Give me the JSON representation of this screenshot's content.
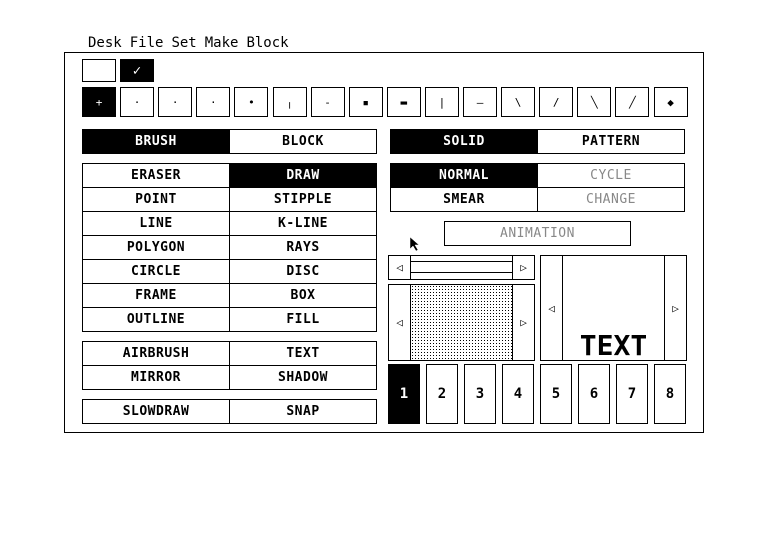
{
  "menubar": {
    "items": [
      "Desk",
      "File",
      "Set",
      "Make",
      "Block"
    ]
  },
  "swatches": [
    {
      "name": "white",
      "checked": false
    },
    {
      "name": "black",
      "checked": true,
      "mark": "✓"
    }
  ],
  "brushes": [
    "+",
    "·",
    "·",
    "·",
    "•",
    "╷",
    "-",
    "▪",
    "▬",
    "|",
    "—",
    "\\",
    "/",
    "╲",
    "╱",
    "◆"
  ],
  "mode_tabs": {
    "brush": "BRUSH",
    "block": "BLOCK",
    "solid": "SOLID",
    "pattern": "PATTERN"
  },
  "tools": {
    "rows": [
      [
        "ERASER",
        "DRAW"
      ],
      [
        "POINT",
        "STIPPLE"
      ],
      [
        "LINE",
        "K-LINE"
      ],
      [
        "POLYGON",
        "RAYS"
      ],
      [
        "CIRCLE",
        "DISC"
      ],
      [
        "FRAME",
        "BOX"
      ],
      [
        "OUTLINE",
        "FILL"
      ]
    ],
    "rows2": [
      [
        "AIRBRUSH",
        "TEXT"
      ],
      [
        "MIRROR",
        "SHADOW"
      ]
    ],
    "rows3": [
      [
        "SLOWDRAW",
        "SNAP"
      ]
    ],
    "selected": "DRAW"
  },
  "options": {
    "normal": "NORMAL",
    "cycle": "CYCLE",
    "smear": "SMEAR",
    "change": "CHANGE",
    "animation": "ANIMATION"
  },
  "text_preview": "TEXT",
  "arrows": {
    "left": "◁",
    "right": "▷"
  },
  "slots": [
    "1",
    "2",
    "3",
    "4",
    "5",
    "6",
    "7",
    "8"
  ],
  "selected_slot": "1"
}
